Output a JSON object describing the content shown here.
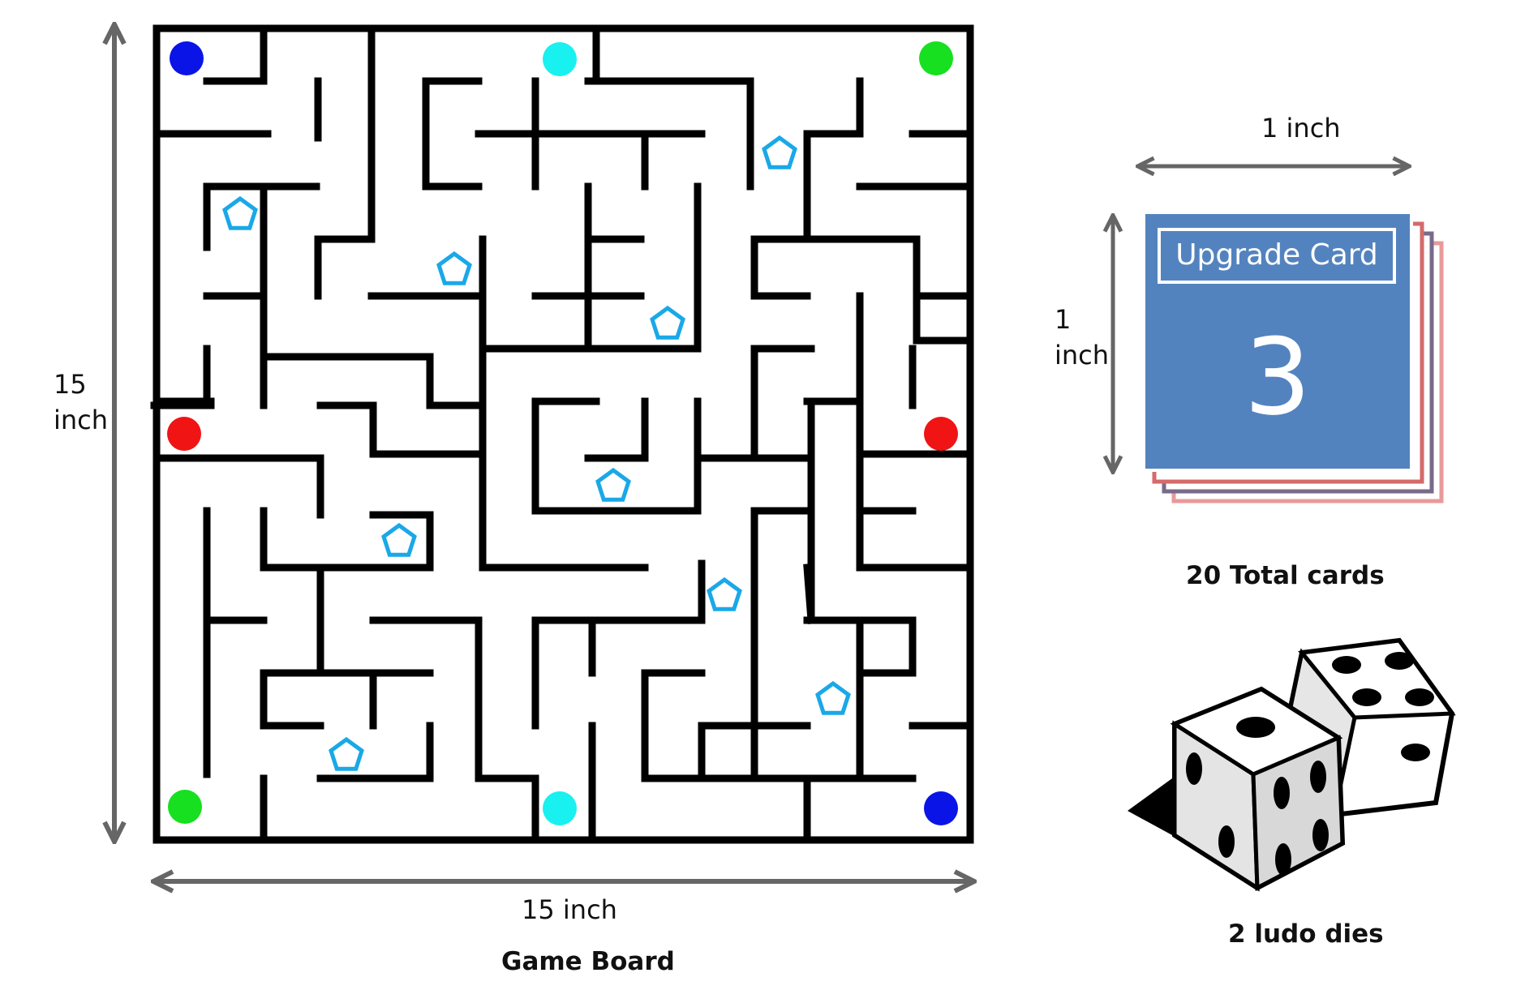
{
  "board": {
    "caption": "Game Board",
    "width_label": "15 inch",
    "height_label_line1": "15",
    "height_label_line2": "inch",
    "players": [
      {
        "color_name": "blue",
        "color": "#0a14e6"
      },
      {
        "color_name": "cyan",
        "color": "#19f0f0"
      },
      {
        "color_name": "green",
        "color": "#16e020"
      },
      {
        "color_name": "red",
        "color": "#f01414"
      }
    ],
    "marker_icon": "pentagon-marker-icon",
    "marker_color": "#1aa8e8"
  },
  "card": {
    "title": "Upgrade Card",
    "number": "3",
    "width_label": "1 inch",
    "height_label_line1": "1",
    "height_label_line2": "inch",
    "total_caption": "20 Total cards",
    "face_color": "#5383bf",
    "back_colors": [
      "#e89a9a",
      "#7a6a8a",
      "#d46a6a"
    ]
  },
  "dice": {
    "caption": "2 ludo dies",
    "icon": "dice-icon"
  },
  "arrow_color": "#666666"
}
